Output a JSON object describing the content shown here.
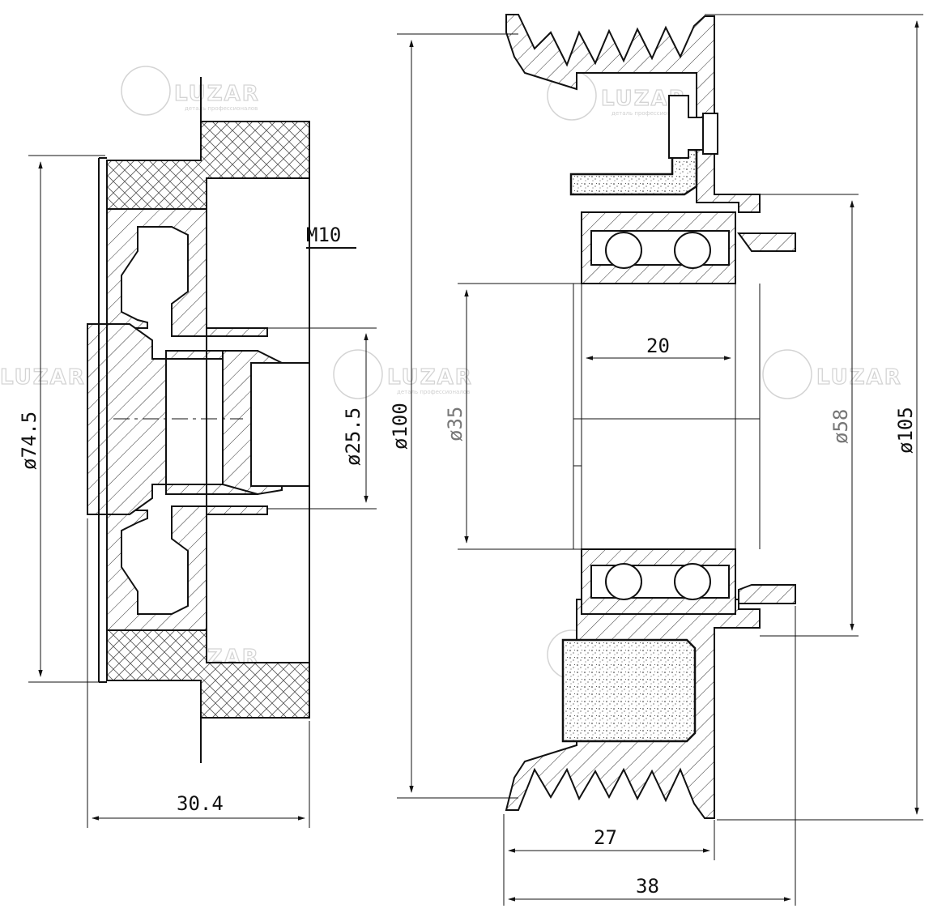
{
  "drawing": {
    "left_view": {
      "thread": "M10",
      "dia_outer": "ø74.5",
      "dia_hub": "ø25.5",
      "width": "30.4"
    },
    "right_view": {
      "dia_pulley": "ø100",
      "dia_max": "ø105",
      "dia_bore": "ø35",
      "dia_bearing": "ø58",
      "bearing_width": "20",
      "width_27": "27",
      "width_38": "38"
    }
  },
  "watermark": {
    "brand": "LUZAR",
    "tagline": "деталь профессионалов"
  }
}
